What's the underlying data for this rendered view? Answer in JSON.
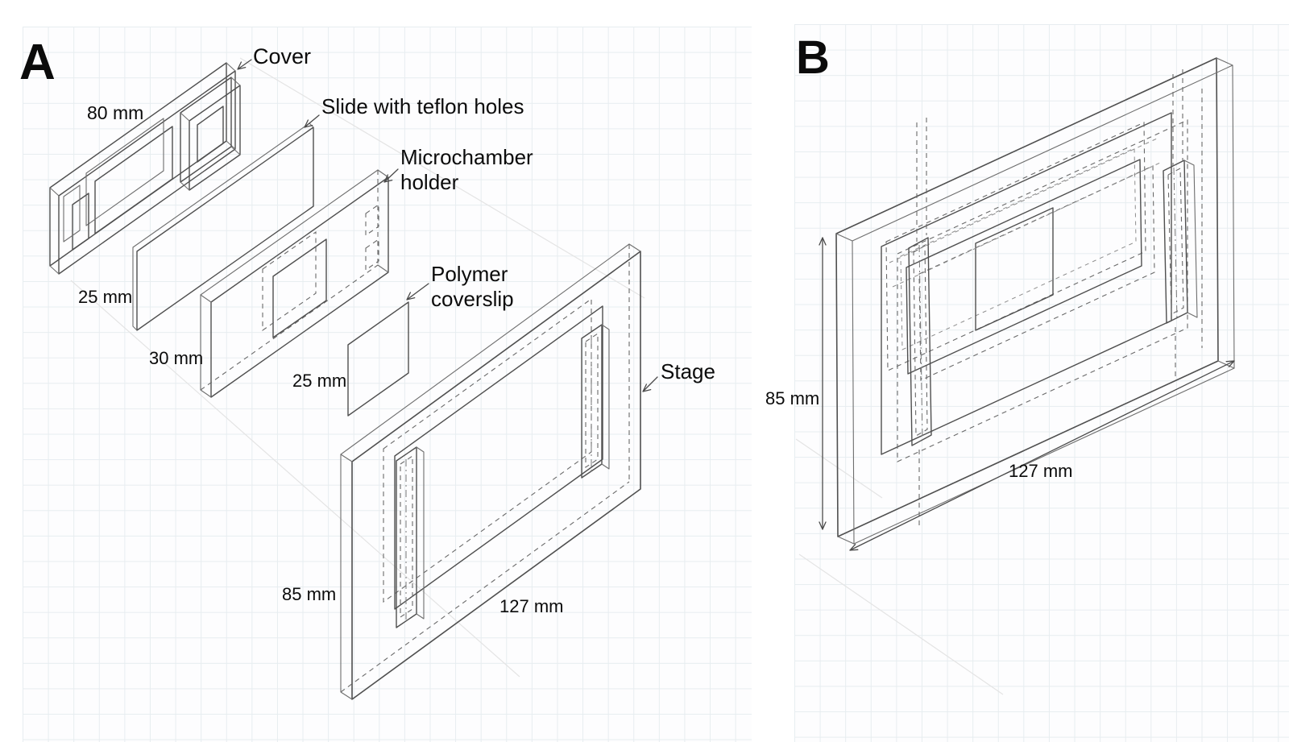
{
  "figure": {
    "panel_a": {
      "label": "A",
      "callouts": {
        "cover": "Cover",
        "slide": "Slide with teflon holes",
        "holder": "Microchamber holder",
        "coverslip": "Polymer coverslip",
        "stage": "Stage"
      },
      "dimensions": {
        "cover_length": "80 mm",
        "slide_height": "25 mm",
        "holder_height": "30 mm",
        "coverslip_size": "25 mm",
        "stage_height": "85 mm",
        "stage_width": "127 mm"
      }
    },
    "panel_b": {
      "label": "B",
      "dimensions": {
        "assembled_height": "85 mm",
        "assembled_width": "127 mm"
      }
    },
    "style": {
      "ink_color": "#4f4f4f",
      "dashed_color": "#6a6a6a",
      "text_color": "#0b0b0b",
      "grid_color": "#e7edf0",
      "paper_color": "#fdfdfe"
    }
  }
}
